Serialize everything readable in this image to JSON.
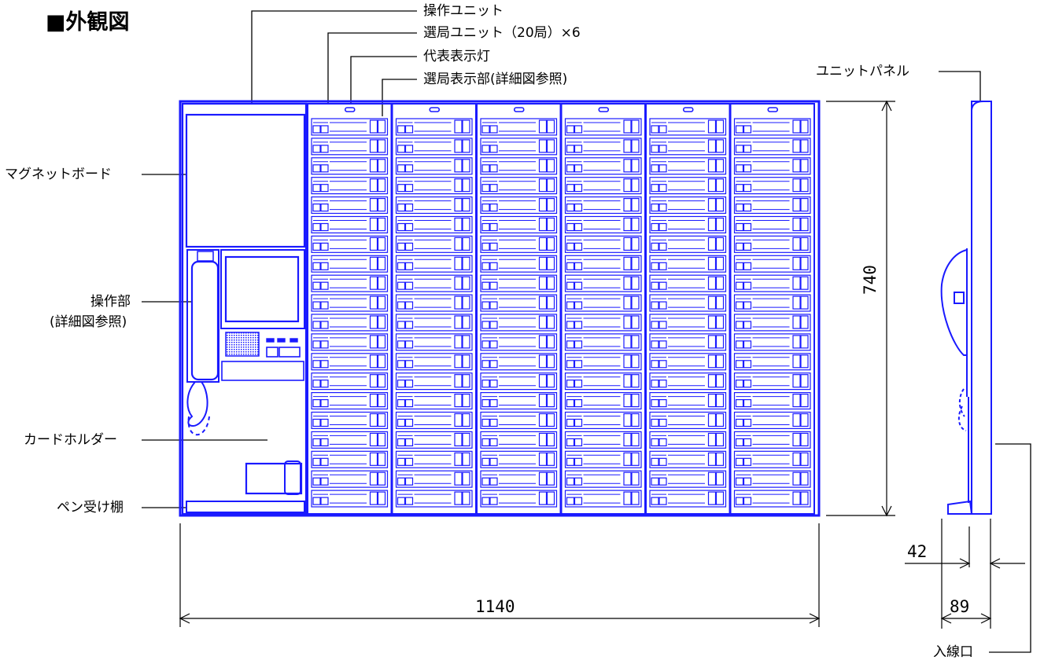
{
  "title": "■外観図",
  "callouts": {
    "operation_unit": "操作ユニット",
    "selector_unit": "選局ユニット（20局）×6",
    "rep_light": "代表表示灯",
    "selector_display": "選局表示部(詳細図参照)",
    "unit_panel": "ユニットパネル",
    "magnet_board": "マグネットボード",
    "control_part_1": "操作部",
    "control_part_2": "(詳細図参照)",
    "card_holder": "カードホルダー",
    "pen_shelf": "ペン受け棚",
    "cable_entry": "入線口"
  },
  "dimensions": {
    "width": "1140",
    "height": "740",
    "depth_42": "42",
    "depth_89": "89"
  },
  "figure": {
    "line_color": "#1a1aff",
    "dim_color": "#000000",
    "selector_unit_count": 6,
    "stations_per_unit": 20
  }
}
